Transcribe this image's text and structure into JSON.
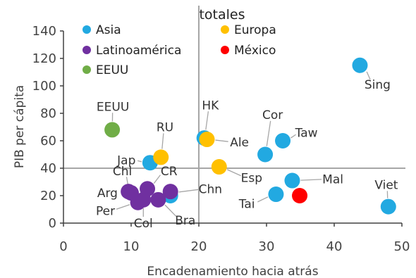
{
  "chart_data": {
    "type": "scatter",
    "title": "totales",
    "xlabel": "Encadenamiento hacia atrás",
    "ylabel": "PIB per cápita",
    "xlim": [
      0,
      50
    ],
    "ylim": [
      0,
      140
    ],
    "x_ticks": [
      "0",
      "10",
      "20",
      "30",
      "40",
      "50"
    ],
    "y_ticks": [
      "0",
      "20",
      "40",
      "60",
      "80",
      "100",
      "120",
      "140"
    ],
    "reference_lines": {
      "x": 20,
      "y": 40
    },
    "legend_position": "top-left",
    "series": [
      {
        "name": "Asia",
        "color": "#22a9e1",
        "points": [
          {
            "label": "Sing",
            "x": 43.8,
            "y": 115
          },
          {
            "label": "HK",
            "x": 20.8,
            "y": 62
          },
          {
            "label": "Cor",
            "x": 29.8,
            "y": 50
          },
          {
            "label": "Taw",
            "x": 32.4,
            "y": 60
          },
          {
            "label": "Jap",
            "x": 12.8,
            "y": 44
          },
          {
            "label": "Mal",
            "x": 33.8,
            "y": 31
          },
          {
            "label": "Tai",
            "x": 31.4,
            "y": 21
          },
          {
            "label": "Viet",
            "x": 48.0,
            "y": 12
          },
          {
            "label": "Chn",
            "x": 15.8,
            "y": 20
          }
        ]
      },
      {
        "name": "Europa",
        "color": "#ffc000",
        "points": [
          {
            "label": "RU",
            "x": 14.4,
            "y": 48
          },
          {
            "label": "Ale",
            "x": 21.2,
            "y": 61
          },
          {
            "label": "Esp",
            "x": 23.0,
            "y": 41
          }
        ]
      },
      {
        "name": "Latinoamérica",
        "color": "#7030a0",
        "points": [
          {
            "label": "Chl",
            "x": 10.0,
            "y": 22
          },
          {
            "label": "Arg",
            "x": 9.6,
            "y": 23
          },
          {
            "label": "CR",
            "x": 12.4,
            "y": 25
          },
          {
            "label": "Per",
            "x": 11.0,
            "y": 15
          },
          {
            "label": "Col",
            "x": 11.8,
            "y": 17
          },
          {
            "label": "Bra",
            "x": 14.0,
            "y": 17
          },
          {
            "label": "Chn",
            "x": 15.8,
            "y": 23
          }
        ]
      },
      {
        "name": "México",
        "color": "#ff0000",
        "points": [
          {
            "label": "",
            "x": 34.9,
            "y": 20
          }
        ]
      },
      {
        "name": "EEUU",
        "color": "#70ad47",
        "points": [
          {
            "label": "EEUU",
            "x": 7.2,
            "y": 68
          }
        ]
      }
    ],
    "annotations": [
      {
        "text": "Sing",
        "x": 44.0,
        "y": 115,
        "tx": 46.4,
        "ty": 101
      },
      {
        "text": "HK",
        "x": 20.8,
        "y": 62,
        "tx": 21.7,
        "ty": 86
      },
      {
        "text": "Cor",
        "x": 29.8,
        "y": 50,
        "tx": 30.9,
        "ty": 79
      },
      {
        "text": "Taw",
        "x": 32.4,
        "y": 60,
        "tx": 35.9,
        "ty": 66
      },
      {
        "text": "Ale",
        "x": 21.2,
        "y": 61,
        "tx": 26.0,
        "ty": 59
      },
      {
        "text": "Esp",
        "x": 23.0,
        "y": 41,
        "tx": 27.8,
        "ty": 33
      },
      {
        "text": "RU",
        "x": 14.4,
        "y": 48,
        "tx": 15.0,
        "ty": 70
      },
      {
        "text": "Jap",
        "x": 12.8,
        "y": 44,
        "tx": 9.3,
        "ty": 46
      },
      {
        "text": "Chl",
        "x": 10.0,
        "y": 22,
        "tx": 8.7,
        "ty": 38
      },
      {
        "text": "CR",
        "x": 12.4,
        "y": 25,
        "tx": 15.6,
        "ty": 38
      },
      {
        "text": "Chn",
        "x": 15.8,
        "y": 22,
        "tx": 21.7,
        "ty": 25
      },
      {
        "text": "Arg",
        "x": 9.6,
        "y": 23,
        "tx": 6.5,
        "ty": 22
      },
      {
        "text": "Per",
        "x": 11.0,
        "y": 15,
        "tx": 6.2,
        "ty": 9
      },
      {
        "text": "Col",
        "x": 11.8,
        "y": 17,
        "tx": 11.8,
        "ty": 0
      },
      {
        "text": "Bra",
        "x": 14.0,
        "y": 17,
        "tx": 18.0,
        "ty": 2
      },
      {
        "text": "Mal",
        "x": 33.8,
        "y": 31,
        "tx": 39.8,
        "ty": 32
      },
      {
        "text": "Tai",
        "x": 31.4,
        "y": 21,
        "tx": 27.1,
        "ty": 14
      },
      {
        "text": "Viet",
        "x": 48.0,
        "y": 12,
        "tx": 47.7,
        "ty": 28
      },
      {
        "text": "EEUU",
        "x": 7.2,
        "y": 68,
        "tx": 7.3,
        "ty": 85
      }
    ]
  }
}
